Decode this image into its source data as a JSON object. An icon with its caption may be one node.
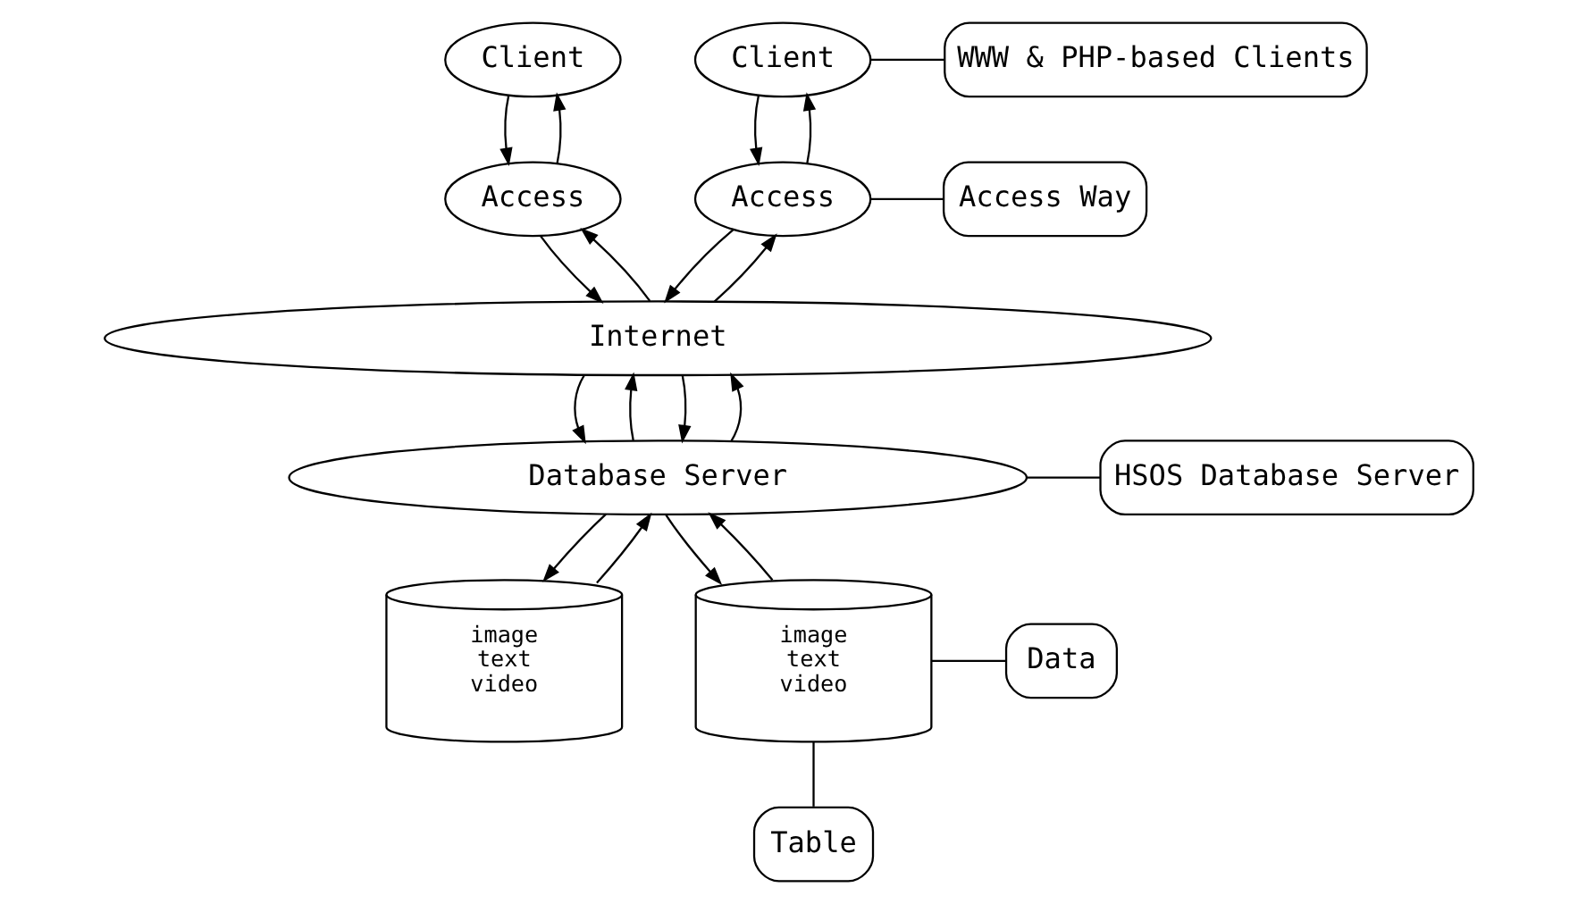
{
  "diagram": {
    "nodes": [
      {
        "text": [
          "Client"
        ]
      },
      {
        "text": [
          "Client"
        ]
      },
      {
        "text": [
          "WWW & PHP-based Clients"
        ]
      },
      {
        "text": [
          "Access"
        ]
      },
      {
        "text": [
          "Access"
        ]
      },
      {
        "text": [
          "Access Way"
        ]
      },
      {
        "text": [
          "Internet"
        ]
      },
      {
        "text": [
          "Database Server"
        ]
      },
      {
        "text": [
          "HSOS Database Server"
        ]
      },
      {
        "text": [
          "image text video"
        ]
      },
      {
        "text": [
          "image text video"
        ]
      },
      {
        "text": [
          "Data"
        ]
      },
      {
        "text": [
          "Table"
        ]
      }
    ],
    "edges": [
      {
        "from": 3,
        "to": 0,
        "arrow": "to"
      },
      {
        "from": 0,
        "to": 3,
        "arrow": "to"
      },
      {
        "from": 1,
        "to": 4,
        "arrow": "to"
      },
      {
        "from": 4,
        "to": 1,
        "arrow": "to"
      },
      {
        "from": 1,
        "to": 2,
        "arrow": "none"
      },
      {
        "from": 6,
        "to": 3,
        "arrow": "to"
      },
      {
        "from": 3,
        "to": 6,
        "arrow": "to"
      },
      {
        "from": 4,
        "to": 6,
        "arrow": "to"
      },
      {
        "from": 6,
        "to": 4,
        "arrow": "to"
      },
      {
        "from": 4,
        "to": 5,
        "arrow": "none"
      },
      {
        "from": 7,
        "to": 6,
        "arrow": "to"
      },
      {
        "from": 6,
        "to": 7,
        "arrow": "to"
      },
      {
        "from": 6,
        "to": 7,
        "arrow": "to"
      },
      {
        "from": 7,
        "to": 6,
        "arrow": "to"
      },
      {
        "from": 7,
        "to": 8,
        "arrow": "none"
      },
      {
        "from": 9,
        "to": 7,
        "arrow": "to"
      },
      {
        "from": 7,
        "to": 9,
        "arrow": "to"
      },
      {
        "from": 7,
        "to": 10,
        "arrow": "to"
      },
      {
        "from": 10,
        "to": 7,
        "arrow": "to"
      },
      {
        "from": 10,
        "to": 11,
        "arrow": "none"
      },
      {
        "from": 10,
        "to": 12,
        "arrow": "none"
      }
    ]
  }
}
